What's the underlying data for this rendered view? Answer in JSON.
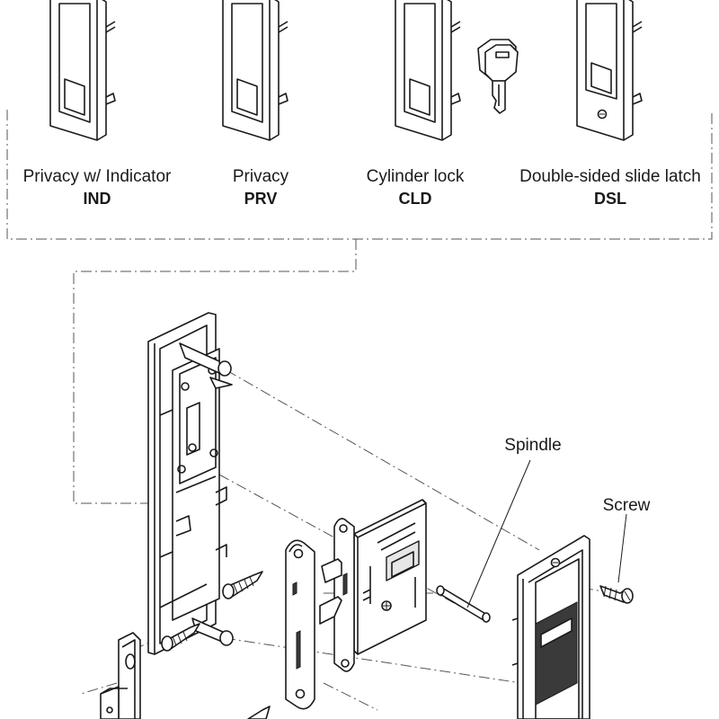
{
  "variants": [
    {
      "name": "Privacy w/ Indicator",
      "code": "IND"
    },
    {
      "name": "Privacy",
      "code": "PRV"
    },
    {
      "name": "Cylinder lock",
      "code": "CLD"
    },
    {
      "name": "Double-sided slide latch",
      "code": "DSL"
    }
  ],
  "callouts": {
    "spindle": "Spindle",
    "screw": "Screw"
  }
}
